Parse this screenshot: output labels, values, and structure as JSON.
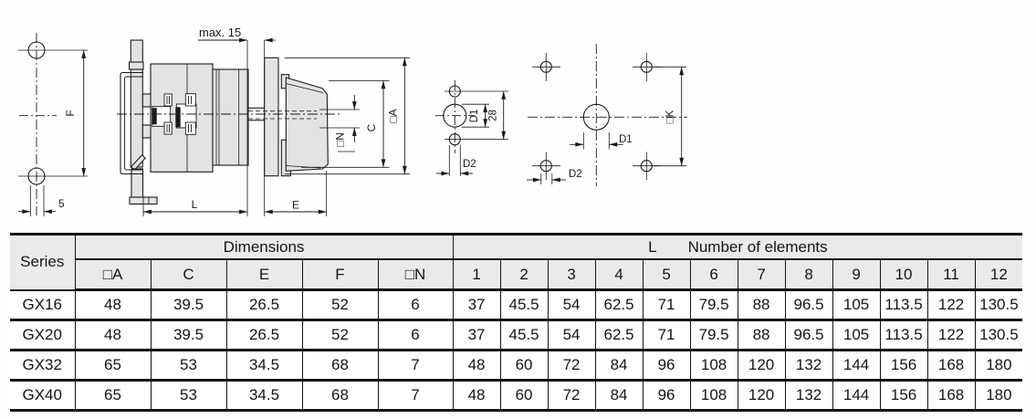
{
  "colors": {
    "line": "#1a1a1a",
    "part_fill": "#e3e3e1",
    "header_fill": "#eaeae8"
  },
  "drawing": {
    "front_view": {
      "dim_f": "F",
      "dim_5": "5"
    },
    "side_view": {
      "max_panel": "max. 15",
      "dim_l": "L",
      "dim_e": "E",
      "dim_a": "□A",
      "dim_c": "C",
      "dim_n": "□N"
    },
    "drill_single": {
      "dim_d1": "D1",
      "dim_28": "28",
      "dim_d2": "D2"
    },
    "drill_four": {
      "dim_d1": "D1",
      "dim_d2": "D2",
      "dim_k": "□K"
    }
  },
  "table": {
    "series_header": "Series",
    "dimensions_header": "Dimensions",
    "l_header": "L",
    "elements_header": "Number of elements",
    "dim_columns": [
      "□A",
      "C",
      "E",
      "F",
      "□N"
    ],
    "element_columns": [
      "1",
      "2",
      "3",
      "4",
      "5",
      "6",
      "7",
      "8",
      "9",
      "10",
      "11",
      "12"
    ],
    "rows": [
      {
        "series": "GX16",
        "dims": [
          "48",
          "39.5",
          "26.5",
          "52",
          "6"
        ],
        "elements": [
          "37",
          "45.5",
          "54",
          "62.5",
          "71",
          "79.5",
          "88",
          "96.5",
          "105",
          "113.5",
          "122",
          "130.5"
        ]
      },
      {
        "series": "GX20",
        "dims": [
          "48",
          "39.5",
          "26.5",
          "52",
          "6"
        ],
        "elements": [
          "37",
          "45.5",
          "54",
          "62.5",
          "71",
          "79.5",
          "88",
          "96.5",
          "105",
          "113.5",
          "122",
          "130.5"
        ]
      },
      {
        "series": "GX32",
        "dims": [
          "65",
          "53",
          "34.5",
          "68",
          "7"
        ],
        "elements": [
          "48",
          "60",
          "72",
          "84",
          "96",
          "108",
          "120",
          "132",
          "144",
          "156",
          "168",
          "180"
        ]
      },
      {
        "series": "GX40",
        "dims": [
          "65",
          "53",
          "34.5",
          "68",
          "7"
        ],
        "elements": [
          "48",
          "60",
          "72",
          "84",
          "96",
          "108",
          "120",
          "132",
          "144",
          "156",
          "168",
          "180"
        ]
      }
    ]
  }
}
